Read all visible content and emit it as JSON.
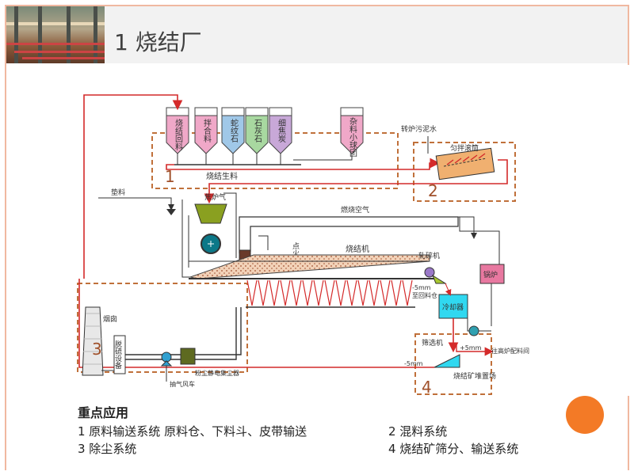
{
  "title": "1 烧结厂",
  "diagram": {
    "bins": [
      {
        "label": "烧结回料"
      },
      {
        "label": "拌合料"
      },
      {
        "label": "蛇纹石"
      },
      {
        "label": "石灰石"
      },
      {
        "label": "细焦炭"
      },
      {
        "label": "杂料小球团"
      }
    ],
    "labels": {
      "sinter_raw": "烧结生料",
      "converter_mud": "转炉污泥水",
      "mixer": "匀拌滚筒",
      "bedding": "垫料",
      "coke_gas": "焦炉气",
      "combustion_air": "燃烧空气",
      "ignition": "点火炉",
      "sinter_machine": "烧结机",
      "crusher": "轧碎机",
      "boiler": "锅炉",
      "chimney": "烟囱",
      "desulfur": "脱硫设备",
      "esp": "粉尘静电集尘器",
      "fan": "抽气风车",
      "minus5_1": "-5mm",
      "to_return": "至回料仓",
      "cooler": "冷却器",
      "screen": "筛选机",
      "plus5": "+5mm",
      "to_bf": "往高炉配料间",
      "minus5_2": "-5mm",
      "yard": "烧结矿堆置场"
    },
    "zones": [
      "1",
      "2",
      "3",
      "4"
    ]
  },
  "notes": {
    "heading": "重点应用",
    "item1": "1 原料输送系统 原料仓、下料斗、皮带输送",
    "item2": "2 混料系统",
    "item3": "3 除尘系统",
    "item4": "4 烧结矿筛分、输送系统"
  },
  "colors": {
    "accent": "#f37a26",
    "zone_dash": "#c0703a",
    "flow_red": "#d42a2a",
    "bin_pink": "#f0a8c8",
    "bin_blue": "#a0c8e8",
    "bin_green": "#a8d8a0",
    "bin_purple": "#c8a8d8",
    "cooler_cyan": "#30d8f0",
    "boiler_pink": "#e878a0",
    "hopper_green": "#8aa020"
  }
}
